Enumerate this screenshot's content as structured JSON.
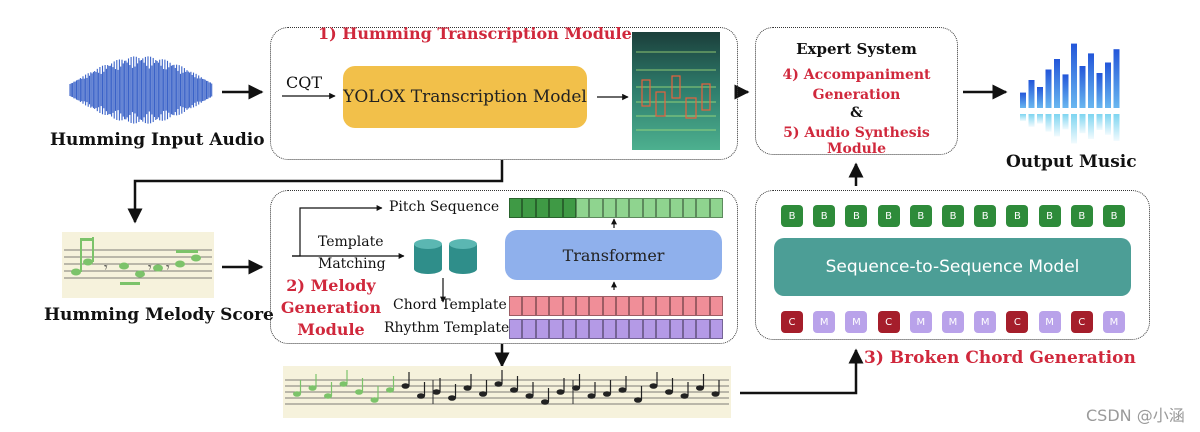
{
  "colors": {
    "red_label": "#d0283c",
    "yolo_box": "#f2c04a",
    "transformer_box": "#8fb0ec",
    "s2s_box": "#4c9e96",
    "pitch_strip": "#3f9a45",
    "pitch_strip_light": "#8fd48f",
    "chord_strip": "#f08e98",
    "rhythm_strip": "#b49ae6",
    "token_b": "#2e8b3a",
    "token_c": "#a51e2b",
    "token_m": "#b9a2ea",
    "note_green": "#7cc36a"
  },
  "humming_input": {
    "label": "Humming Input Audio",
    "icon": "waveform-icon"
  },
  "module1": {
    "title": "1) Humming Transcription Module",
    "cqt": "CQT",
    "model": "YOLOX Transcription Model",
    "spectrogram_icon": "spectrogram-image"
  },
  "expert": {
    "title": "Expert System",
    "line1": "4) Accompaniment",
    "line2": "Generation",
    "amp": "&",
    "line3": "5) Audio Synthesis Module"
  },
  "output": {
    "label": "Output Music",
    "icon": "equalizer-icon"
  },
  "melody_score": {
    "label": "Humming Melody Score",
    "icon": "score-icon"
  },
  "module2": {
    "pitch_sequence": "Pitch Sequence",
    "template_line1": "Template",
    "template_line2": "Matching",
    "title_line1": "2) Melody",
    "title_line2": "Generation",
    "title_line3": "Module",
    "transformer": "Transformer",
    "chord_template": "Chord Template",
    "rhythm_template": "Rhythm Template"
  },
  "module3": {
    "model": "Sequence-to-Sequence Model",
    "title": "3) Broken Chord Generation",
    "top_tokens": [
      "B",
      "B",
      "B",
      "B",
      "B",
      "B",
      "B",
      "B",
      "B",
      "B",
      "B"
    ],
    "bottom_tokens": [
      "C",
      "M",
      "M",
      "C",
      "M",
      "M",
      "M",
      "C",
      "M",
      "C",
      "M"
    ]
  },
  "watermark": "CSDN @小涵"
}
